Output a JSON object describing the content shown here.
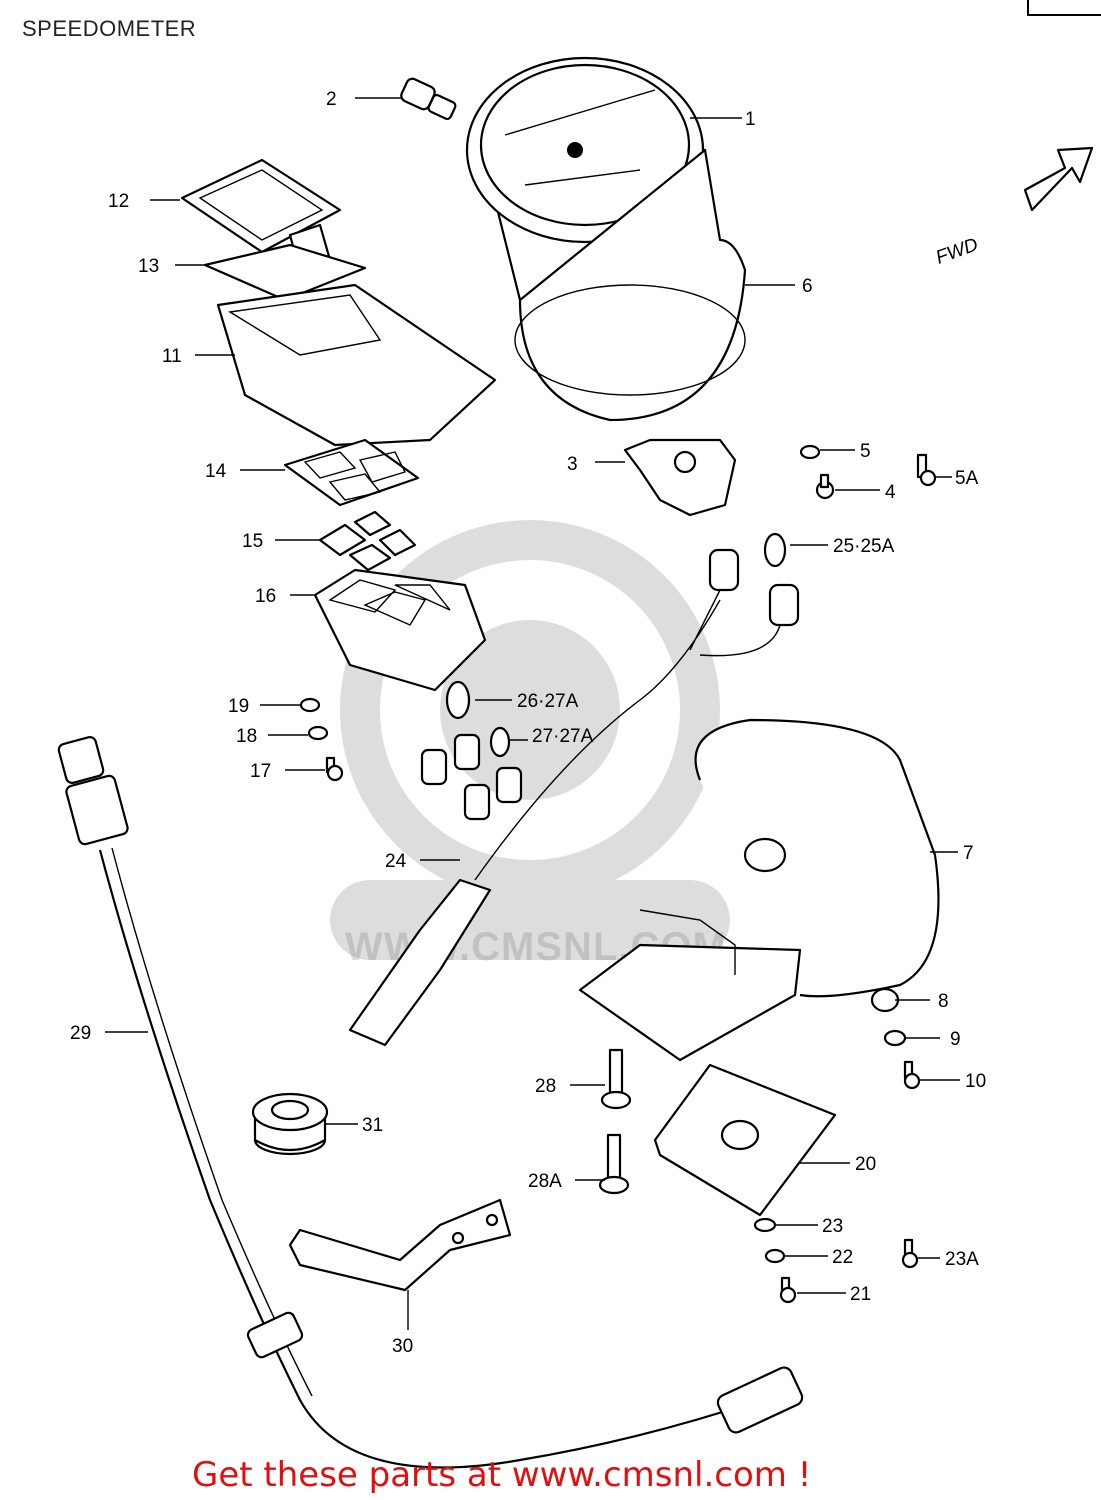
{
  "diagram": {
    "title": "SPEEDOMETER",
    "direction_label": "FWD",
    "watermark": "WWW.CMSNL.COM",
    "footer_cta": "Get these parts at www.cmsnl.com !",
    "callouts": {
      "p1": "1",
      "p2": "2",
      "p3": "3",
      "p4": "4",
      "p5": "5",
      "p5a": "5A",
      "p6": "6",
      "p7": "7",
      "p8": "8",
      "p9": "9",
      "p10": "10",
      "p11": "11",
      "p12": "12",
      "p13": "13",
      "p14": "14",
      "p15": "15",
      "p16": "16",
      "p17": "17",
      "p18": "18",
      "p19": "19",
      "p20": "20",
      "p21": "21",
      "p22": "22",
      "p23": "23",
      "p23a": "23A",
      "p24": "24",
      "p25": "25·25A",
      "p26": "26·27A",
      "p27": "27·27A",
      "p28": "28",
      "p28a": "28A",
      "p29": "29",
      "p30": "30",
      "p31": "31"
    }
  }
}
